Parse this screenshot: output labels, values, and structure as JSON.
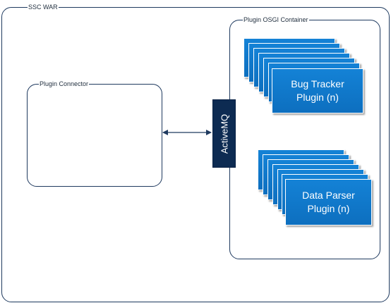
{
  "frames": {
    "ssc_war": "SSC WAR",
    "plugin_osgi_container": "Plugin OSGI Container",
    "plugin_connector": "Plugin Connector"
  },
  "activemq": {
    "label": "ActiveMQ"
  },
  "bug_tracker": {
    "line1": "Bug Tracker",
    "line2": "Plugin (n)"
  },
  "data_parser": {
    "line1": "Data Parser",
    "line2": "Plugin (n)"
  },
  "colors": {
    "frame_border": "#1f3a5f",
    "activemq_fill": "#0d2b52",
    "plugin_card_fill": "#1482d6"
  }
}
